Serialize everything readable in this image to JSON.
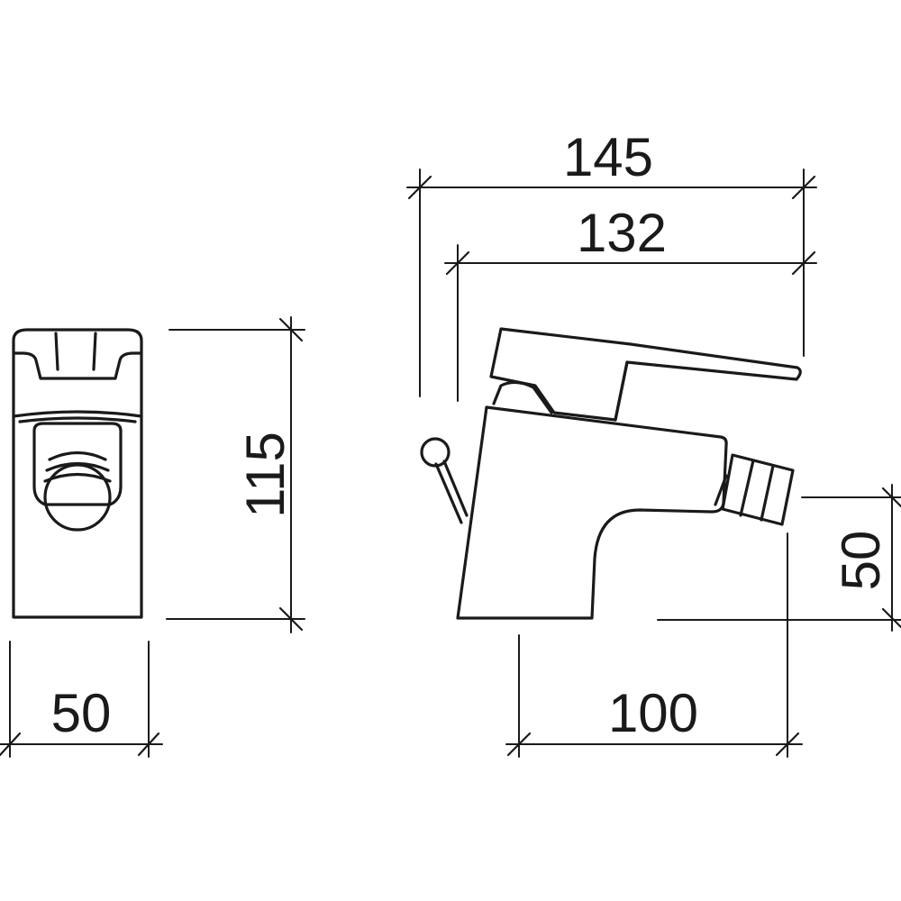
{
  "front_view": {
    "height_label": "115",
    "width_label": "50"
  },
  "side_view": {
    "overall_length_label": "145",
    "lever_length_label": "132",
    "outlet_height_label": "50",
    "spout_reach_label": "100"
  },
  "colors": {
    "line": "#1a1a1a",
    "background": "#ffffff"
  }
}
